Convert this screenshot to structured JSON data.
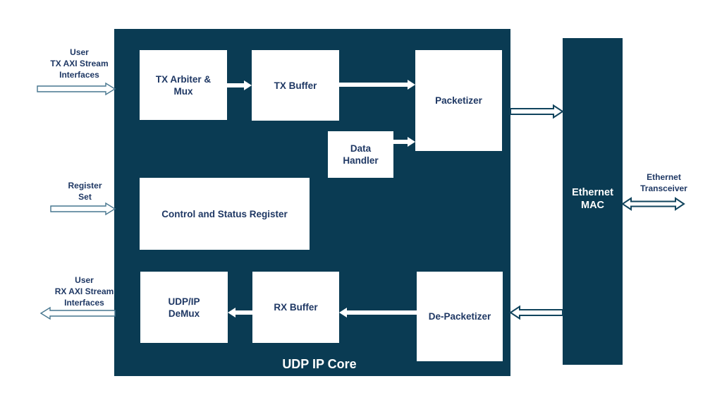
{
  "colors": {
    "core_background": "#0a3b53",
    "block_background": "#ffffff",
    "label_text": "#1f3864",
    "title_text": "#ffffff",
    "arrow_outline_light": "#47768f",
    "arrow_outline_dark": "#11445d"
  },
  "core": {
    "title": "UDP IP Core",
    "blocks": {
      "tx_arbiter_mux": [
        "TX Arbiter &",
        "Mux"
      ],
      "tx_buffer": [
        "TX Buffer"
      ],
      "packetizer": [
        "Packetizer"
      ],
      "data_handler": [
        "Data",
        "Handler"
      ],
      "control_status_register": [
        "Control and Status Register"
      ],
      "udp_ip_demux": [
        "UDP/IP",
        "DeMux"
      ],
      "rx_buffer": [
        "RX Buffer"
      ],
      "de_packetizer": [
        "De-Packetizer"
      ]
    }
  },
  "ethernet_mac": {
    "label": [
      "Ethernet",
      "MAC"
    ]
  },
  "external_labels": {
    "user_tx": [
      "User",
      "TX AXI Stream",
      "Interfaces"
    ],
    "register_set": [
      "Register",
      "Set"
    ],
    "user_rx": [
      "User",
      "RX AXI Stream",
      "Interfaces"
    ],
    "ethernet_transceiver": [
      "Ethernet",
      "Transceiver"
    ]
  },
  "connections": [
    {
      "from": "User TX AXI Stream Interfaces",
      "to": "UDP IP Core",
      "style": "hollow",
      "direction": "right"
    },
    {
      "from": "TX Arbiter & Mux",
      "to": "TX Buffer",
      "style": "solid",
      "direction": "right"
    },
    {
      "from": "TX Buffer",
      "to": "Packetizer",
      "style": "solid",
      "direction": "right"
    },
    {
      "from": "Data Handler",
      "to": "Packetizer",
      "style": "solid",
      "direction": "right"
    },
    {
      "from": "Packetizer",
      "to": "Ethernet MAC",
      "style": "hollow",
      "direction": "right"
    },
    {
      "from": "Register Set",
      "to": "UDP IP Core",
      "style": "hollow",
      "direction": "right"
    },
    {
      "from": "Ethernet MAC",
      "to": "De-Packetizer",
      "style": "hollow",
      "direction": "left"
    },
    {
      "from": "De-Packetizer",
      "to": "RX Buffer",
      "style": "solid",
      "direction": "left"
    },
    {
      "from": "RX Buffer",
      "to": "UDP/IP DeMux",
      "style": "solid",
      "direction": "left"
    },
    {
      "from": "UDP IP Core",
      "to": "User RX AXI Stream Interfaces",
      "style": "hollow",
      "direction": "left"
    },
    {
      "from": "Ethernet MAC",
      "to": "Ethernet Transceiver",
      "style": "hollow",
      "direction": "both"
    }
  ]
}
